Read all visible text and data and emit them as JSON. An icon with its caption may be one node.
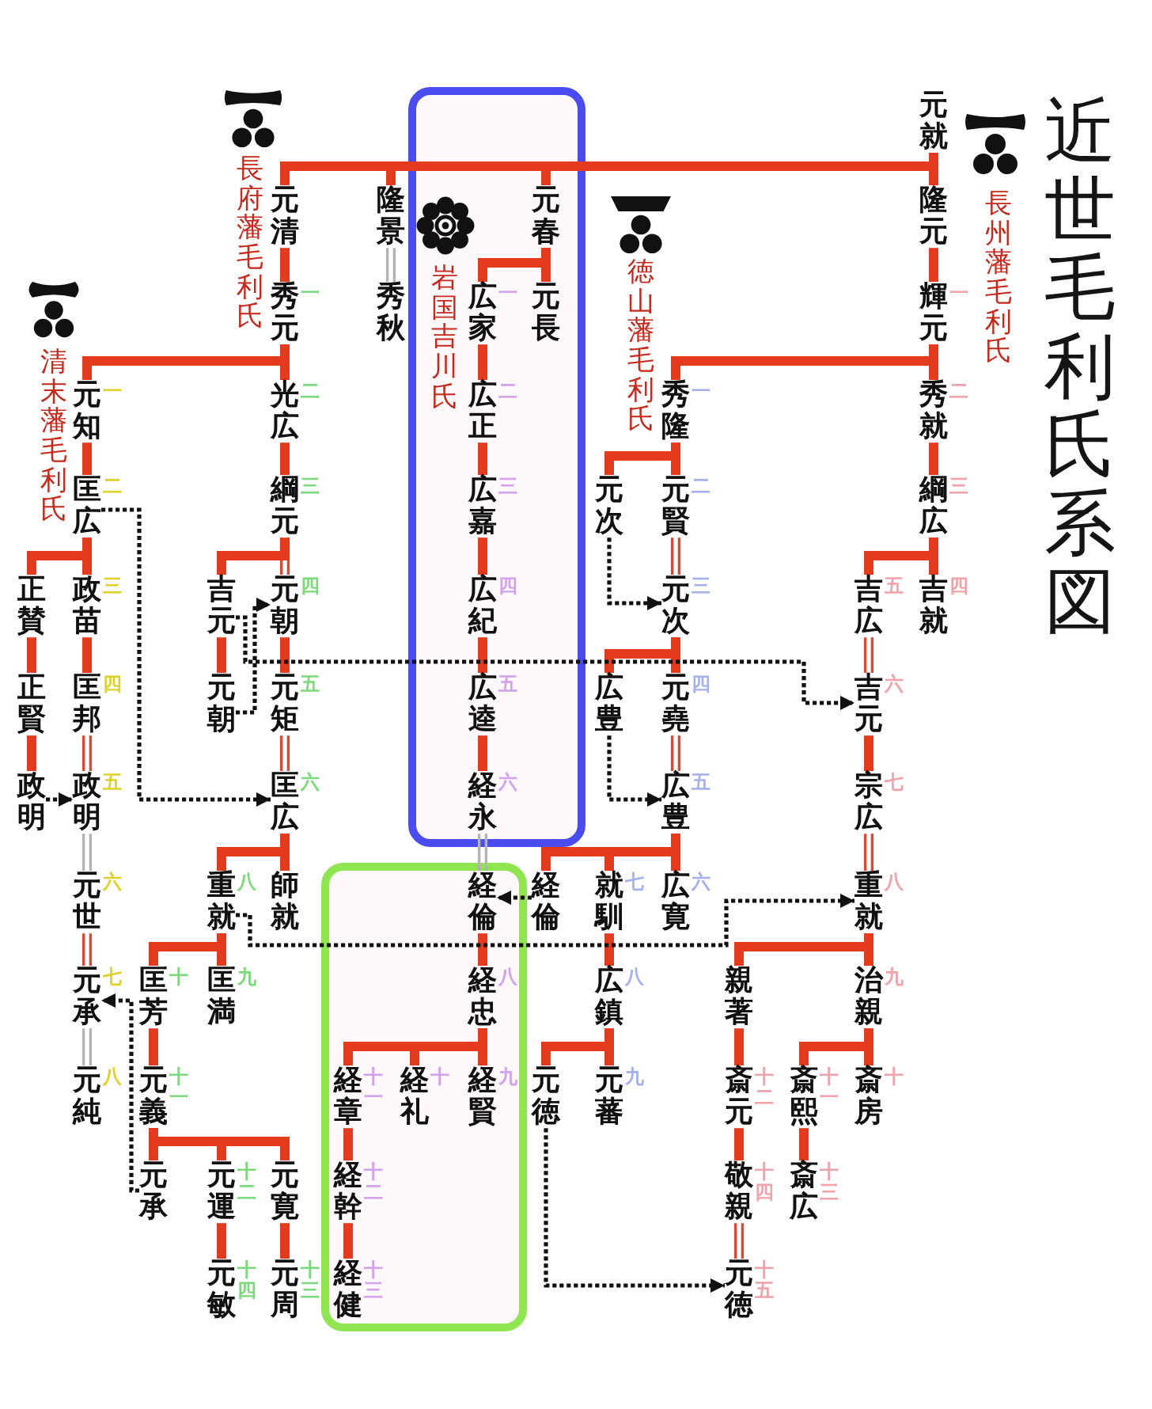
{
  "diagram": {
    "title": "近世毛利氏系図",
    "nodes": [
      {
        "text": [],
        "shape": "box"
      },
      {
        "text": [],
        "shape": "box"
      },
      {
        "text": [
          "元就"
        ]
      },
      {
        "text": [
          "隆元"
        ]
      },
      {
        "text": [
          "輝元"
        ],
        "beside": [
          "一"
        ]
      },
      {
        "text": [
          "秀就"
        ],
        "beside": [
          "二"
        ]
      },
      {
        "text": [
          "綱広"
        ],
        "beside": [
          "三"
        ]
      },
      {
        "text": [
          "吉就"
        ],
        "beside": [
          "四"
        ]
      },
      {
        "text": [
          "吉広"
        ],
        "beside": [
          "五"
        ]
      },
      {
        "text": [
          "吉元"
        ],
        "beside": [
          "六"
        ]
      },
      {
        "text": [
          "宗広"
        ],
        "beside": [
          "七"
        ]
      },
      {
        "text": [
          "重就"
        ],
        "beside": [
          "八"
        ]
      },
      {
        "text": [
          "治親"
        ],
        "beside": [
          "九"
        ]
      },
      {
        "text": [
          "斎房"
        ],
        "beside": [
          "十"
        ]
      },
      {
        "text": [
          "斎熙"
        ],
        "beside": [
          "十一"
        ]
      },
      {
        "text": [
          "斎広"
        ],
        "beside": [
          "十三"
        ]
      },
      {
        "text": [
          "親著"
        ]
      },
      {
        "text": [
          "斎元"
        ],
        "beside": [
          "十二"
        ]
      },
      {
        "text": [
          "敬親"
        ],
        "beside": [
          "十四"
        ]
      },
      {
        "text": [
          "元徳"
        ],
        "beside": [
          "十五"
        ]
      },
      {
        "text": [
          "元清"
        ]
      },
      {
        "text": [
          "秀元"
        ],
        "beside": [
          "一"
        ]
      },
      {
        "text": [
          "光広"
        ],
        "beside": [
          "二"
        ]
      },
      {
        "text": [
          "綱元"
        ],
        "beside": [
          "三"
        ]
      },
      {
        "text": [
          "元朝"
        ],
        "beside": [
          "四"
        ]
      },
      {
        "text": [
          "吉元"
        ]
      },
      {
        "text": [
          "元朝"
        ]
      },
      {
        "text": [
          "元矩"
        ],
        "beside": [
          "五"
        ]
      },
      {
        "text": [
          "匡広"
        ],
        "beside": [
          "六"
        ]
      },
      {
        "text": [
          "師就"
        ]
      },
      {
        "text": [
          "重就"
        ],
        "beside": [
          "八"
        ]
      },
      {
        "text": [
          "匡満"
        ],
        "beside": [
          "九"
        ]
      },
      {
        "text": [
          "匡芳"
        ],
        "beside": [
          "十"
        ]
      },
      {
        "text": [
          "元義"
        ],
        "beside": [
          "十一"
        ]
      },
      {
        "text": [
          "元承"
        ]
      },
      {
        "text": [
          "元運"
        ],
        "beside": [
          "十二"
        ]
      },
      {
        "text": [
          "元寛"
        ]
      },
      {
        "text": [
          "元敏"
        ],
        "beside": [
          "十四"
        ]
      },
      {
        "text": [
          "元周"
        ],
        "beside": [
          "十三"
        ]
      },
      {
        "text": [
          "隆景"
        ]
      },
      {
        "text": [
          "秀秋"
        ]
      },
      {
        "text": [
          "元知"
        ],
        "beside": [
          "一"
        ]
      },
      {
        "text": [
          "匡広"
        ],
        "beside": [
          "二"
        ]
      },
      {
        "text": [
          "正賛"
        ]
      },
      {
        "text": [
          "政苗"
        ],
        "beside": [
          "三"
        ]
      },
      {
        "text": [
          "正賢"
        ]
      },
      {
        "text": [
          "匡邦"
        ],
        "beside": [
          "四"
        ]
      },
      {
        "text": [
          "政明"
        ]
      },
      {
        "text": [
          "政明"
        ],
        "beside": [
          "五"
        ]
      },
      {
        "text": [
          "元世"
        ],
        "beside": [
          "六"
        ]
      },
      {
        "text": [
          "元承"
        ],
        "beside": [
          "七"
        ]
      },
      {
        "text": [
          "元純"
        ],
        "beside": [
          "八"
        ]
      },
      {
        "text": [
          "元春"
        ],
        "in": 0
      },
      {
        "text": [
          "元長"
        ],
        "in": 0
      },
      {
        "text": [
          "広家"
        ],
        "beside": [
          "一"
        ],
        "in": 0
      },
      {
        "text": [
          "広正"
        ],
        "beside": [
          "二"
        ],
        "in": 0
      },
      {
        "text": [
          "広嘉"
        ],
        "beside": [
          "三"
        ],
        "in": 0
      },
      {
        "text": [
          "広紀"
        ],
        "beside": [
          "四"
        ],
        "in": 0
      },
      {
        "text": [
          "広逵"
        ],
        "beside": [
          "五"
        ],
        "in": 0
      },
      {
        "text": [
          "経永"
        ],
        "beside": [
          "六"
        ],
        "in": 0
      },
      {
        "text": [
          "経倫"
        ],
        "in": 1
      },
      {
        "text": [
          "経忠"
        ],
        "beside": [
          "八"
        ],
        "in": 1
      },
      {
        "text": [
          "経賢"
        ],
        "beside": [
          "九"
        ],
        "in": 1
      },
      {
        "text": [
          "経礼"
        ],
        "beside": [
          "十"
        ],
        "in": 1
      },
      {
        "text": [
          "経章"
        ],
        "beside": [
          "十一"
        ],
        "in": 1
      },
      {
        "text": [
          "経幹"
        ],
        "beside": [
          "十二"
        ],
        "in": 1
      },
      {
        "text": [
          "経健"
        ],
        "beside": [
          "十三"
        ],
        "in": 1
      },
      {
        "text": [
          "秀隆"
        ],
        "beside": [
          "一"
        ]
      },
      {
        "text": [
          "元賢"
        ],
        "beside": [
          "二"
        ]
      },
      {
        "text": [
          "元次"
        ]
      },
      {
        "text": [
          "元次"
        ],
        "beside": [
          "三"
        ]
      },
      {
        "text": [
          "広豊"
        ]
      },
      {
        "text": [
          "元堯"
        ],
        "beside": [
          "四"
        ]
      },
      {
        "text": [
          "広豊"
        ],
        "beside": [
          "五"
        ]
      },
      {
        "text": [
          "経倫"
        ]
      },
      {
        "text": [
          "就馴"
        ],
        "beside": [
          "七"
        ]
      },
      {
        "text": [
          "広寛"
        ],
        "beside": [
          "六"
        ]
      },
      {
        "text": [
          "広鎮"
        ],
        "beside": [
          "八"
        ]
      },
      {
        "text": [
          "元徳"
        ]
      },
      {
        "text": [
          "元蕃"
        ],
        "beside": [
          "九"
        ]
      }
    ],
    "edges": [
      {
        "from": 2,
        "to": 3,
        "arrow": "none"
      },
      {
        "from": 2,
        "to": 20,
        "arrow": "none"
      },
      {
        "from": 2,
        "to": 39,
        "arrow": "none"
      },
      {
        "from": 2,
        "to": 52,
        "arrow": "none"
      },
      {
        "from": 3,
        "to": 4,
        "arrow": "none"
      },
      {
        "from": 4,
        "to": 5,
        "arrow": "none"
      },
      {
        "from": 4,
        "to": 67,
        "arrow": "none"
      },
      {
        "from": 5,
        "to": 6,
        "arrow": "none"
      },
      {
        "from": 6,
        "to": 7,
        "arrow": "none"
      },
      {
        "from": 6,
        "to": 8,
        "arrow": "none"
      },
      {
        "from": 8,
        "to": 9,
        "arrow": "none",
        "color": "#d84a36"
      },
      {
        "from": 9,
        "to": 10,
        "arrow": "none"
      },
      {
        "from": 10,
        "to": 11,
        "arrow": "none",
        "color": "#d84a36"
      },
      {
        "from": 11,
        "to": 12,
        "arrow": "none"
      },
      {
        "from": 11,
        "to": 16,
        "arrow": "none"
      },
      {
        "from": 12,
        "to": 13,
        "arrow": "none"
      },
      {
        "from": 12,
        "to": 14,
        "arrow": "none"
      },
      {
        "from": 14,
        "to": 15,
        "arrow": "none"
      },
      {
        "from": 16,
        "to": 17,
        "arrow": "none"
      },
      {
        "from": 17,
        "to": 18,
        "arrow": "none"
      },
      {
        "from": 18,
        "to": 19,
        "arrow": "none",
        "color": "#d84a36"
      },
      {
        "from": 20,
        "to": 21,
        "arrow": "none"
      },
      {
        "from": 21,
        "to": 22,
        "arrow": "none"
      },
      {
        "from": 21,
        "to": 41,
        "arrow": "none"
      },
      {
        "from": 22,
        "to": 23,
        "arrow": "none"
      },
      {
        "from": 23,
        "to": 24,
        "arrow": "none",
        "color": "#d84a36"
      },
      {
        "from": 23,
        "to": 25,
        "arrow": "none"
      },
      {
        "from": 25,
        "to": 26,
        "arrow": "none"
      },
      {
        "from": 24,
        "to": 27,
        "arrow": "none"
      },
      {
        "from": 27,
        "to": 28,
        "arrow": "none",
        "color": "#d84a36"
      },
      {
        "from": 28,
        "to": 29,
        "arrow": "none"
      },
      {
        "from": 28,
        "to": 30,
        "arrow": "none"
      },
      {
        "from": 30,
        "to": 31,
        "arrow": "none"
      },
      {
        "from": 30,
        "to": 32,
        "arrow": "none"
      },
      {
        "from": 32,
        "to": 33,
        "arrow": "none"
      },
      {
        "from": 33,
        "to": 34,
        "arrow": "none"
      },
      {
        "from": 33,
        "to": 35,
        "arrow": "none"
      },
      {
        "from": 33,
        "to": 36,
        "arrow": "none"
      },
      {
        "from": 35,
        "to": 37,
        "arrow": "none"
      },
      {
        "from": 36,
        "to": 38,
        "arrow": "none"
      },
      {
        "from": 39,
        "to": 40,
        "arrow": "none",
        "color": "#b3b3b3"
      },
      {
        "from": 41,
        "to": 42,
        "arrow": "none"
      },
      {
        "from": 42,
        "to": 44,
        "arrow": "none"
      },
      {
        "from": 42,
        "to": 43,
        "arrow": "none"
      },
      {
        "from": 43,
        "to": 45,
        "arrow": "none"
      },
      {
        "from": 45,
        "to": 47,
        "arrow": "none"
      },
      {
        "from": 44,
        "to": 46,
        "arrow": "none"
      },
      {
        "from": 46,
        "to": 48,
        "arrow": "none",
        "color": "#d84a36"
      },
      {
        "from": 48,
        "to": 49,
        "arrow": "none",
        "color": "#b3b3b3"
      },
      {
        "from": 49,
        "to": 50,
        "arrow": "none",
        "color": "#d84a36"
      },
      {
        "from": 50,
        "to": 51,
        "arrow": "none",
        "color": "#b3b3b3"
      },
      {
        "from": 52,
        "to": 53,
        "arrow": "none"
      },
      {
        "from": 52,
        "to": 54,
        "arrow": "none"
      },
      {
        "from": 54,
        "to": 55,
        "arrow": "none"
      },
      {
        "from": 55,
        "to": 56,
        "arrow": "none"
      },
      {
        "from": 56,
        "to": 57,
        "arrow": "none"
      },
      {
        "from": 57,
        "to": 58,
        "arrow": "none"
      },
      {
        "from": 58,
        "to": 59,
        "arrow": "none"
      },
      {
        "from": 59,
        "to": 60,
        "arrow": "none",
        "color": "#b3b3b3"
      },
      {
        "from": 60,
        "to": 61,
        "arrow": "none"
      },
      {
        "from": 61,
        "to": 62,
        "arrow": "none"
      },
      {
        "from": 61,
        "to": 63,
        "arrow": "none"
      },
      {
        "from": 61,
        "to": 64,
        "arrow": "none"
      },
      {
        "from": 64,
        "to": 65,
        "arrow": "none"
      },
      {
        "from": 65,
        "to": 66,
        "arrow": "none"
      },
      {
        "from": 67,
        "to": 68,
        "arrow": "none"
      },
      {
        "from": 67,
        "to": 69,
        "arrow": "none"
      },
      {
        "from": 68,
        "to": 70,
        "arrow": "none",
        "color": "#d84a36"
      },
      {
        "from": 70,
        "to": 72,
        "arrow": "none"
      },
      {
        "from": 70,
        "to": 71,
        "arrow": "none"
      },
      {
        "from": 72,
        "to": 73,
        "arrow": "none",
        "color": "#d84a36"
      },
      {
        "from": 73,
        "to": 76,
        "arrow": "none"
      },
      {
        "from": 73,
        "to": 75,
        "arrow": "none"
      },
      {
        "from": 73,
        "to": 74,
        "arrow": "none"
      },
      {
        "from": 75,
        "to": 77,
        "arrow": "none"
      },
      {
        "from": 77,
        "to": 79,
        "arrow": "none"
      },
      {
        "from": 77,
        "to": 78,
        "arrow": "none"
      },
      {
        "from": 42,
        "to": 28,
        "arrow": "to",
        "style": "dashed",
        "color": "#111111"
      },
      {
        "from": 47,
        "to": 48,
        "arrow": "to",
        "style": "dashed",
        "color": "#111111"
      },
      {
        "from": 25,
        "to": 9,
        "arrow": "to",
        "style": "dashed",
        "color": "#111111"
      },
      {
        "from": 26,
        "to": 24,
        "arrow": "to",
        "style": "dashed",
        "color": "#111111"
      },
      {
        "from": 69,
        "to": 70,
        "arrow": "to",
        "style": "dashed",
        "color": "#111111"
      },
      {
        "from": 71,
        "to": 73,
        "arrow": "to",
        "style": "dashed",
        "color": "#111111"
      },
      {
        "from": 74,
        "to": 60,
        "arrow": "to",
        "style": "dashed",
        "color": "#111111"
      },
      {
        "from": 30,
        "to": 11,
        "arrow": "to",
        "style": "dashed",
        "color": "#111111"
      },
      {
        "from": 34,
        "to": 50,
        "arrow": "to",
        "style": "dashed",
        "color": "#111111"
      },
      {
        "from": 78,
        "to": 19,
        "arrow": "to",
        "style": "dashed",
        "color": "#111111"
      }
    ],
    "labels": [
      "長州藩毛利氏",
      "徳山藩毛利氏",
      "岩国吉川氏",
      "長府藩毛利氏",
      "清末藩毛利氏"
    ]
  }
}
